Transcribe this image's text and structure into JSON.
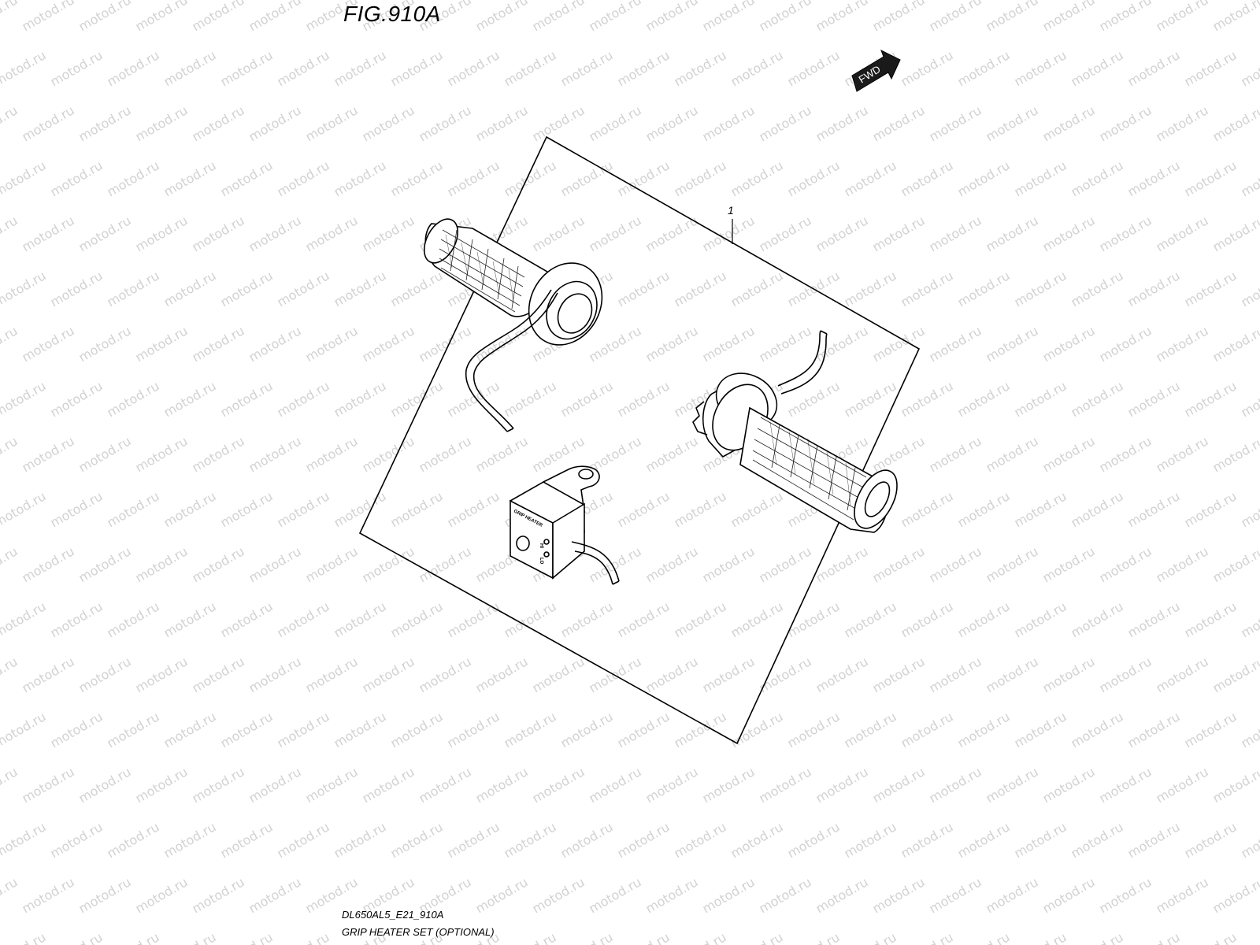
{
  "figure": {
    "title": "FIG.910A",
    "ref_code": "DL650AL5_E21_910A",
    "caption": "GRIP HEATER SET (OPTIONAL)"
  },
  "direction_badge": {
    "label": "FWD",
    "icon": "fwd-arrow-icon"
  },
  "callouts": [
    {
      "number": "1"
    }
  ],
  "switch_unit": {
    "panel_label": "GRIP HEATER",
    "hi_label": "HI",
    "lo_label": "LO"
  },
  "watermark": {
    "text": "motod.ru",
    "color": "#d2d2d2"
  },
  "colors": {
    "line": "#000000",
    "background": "#ffffff",
    "badge": "#1a1a1a"
  }
}
